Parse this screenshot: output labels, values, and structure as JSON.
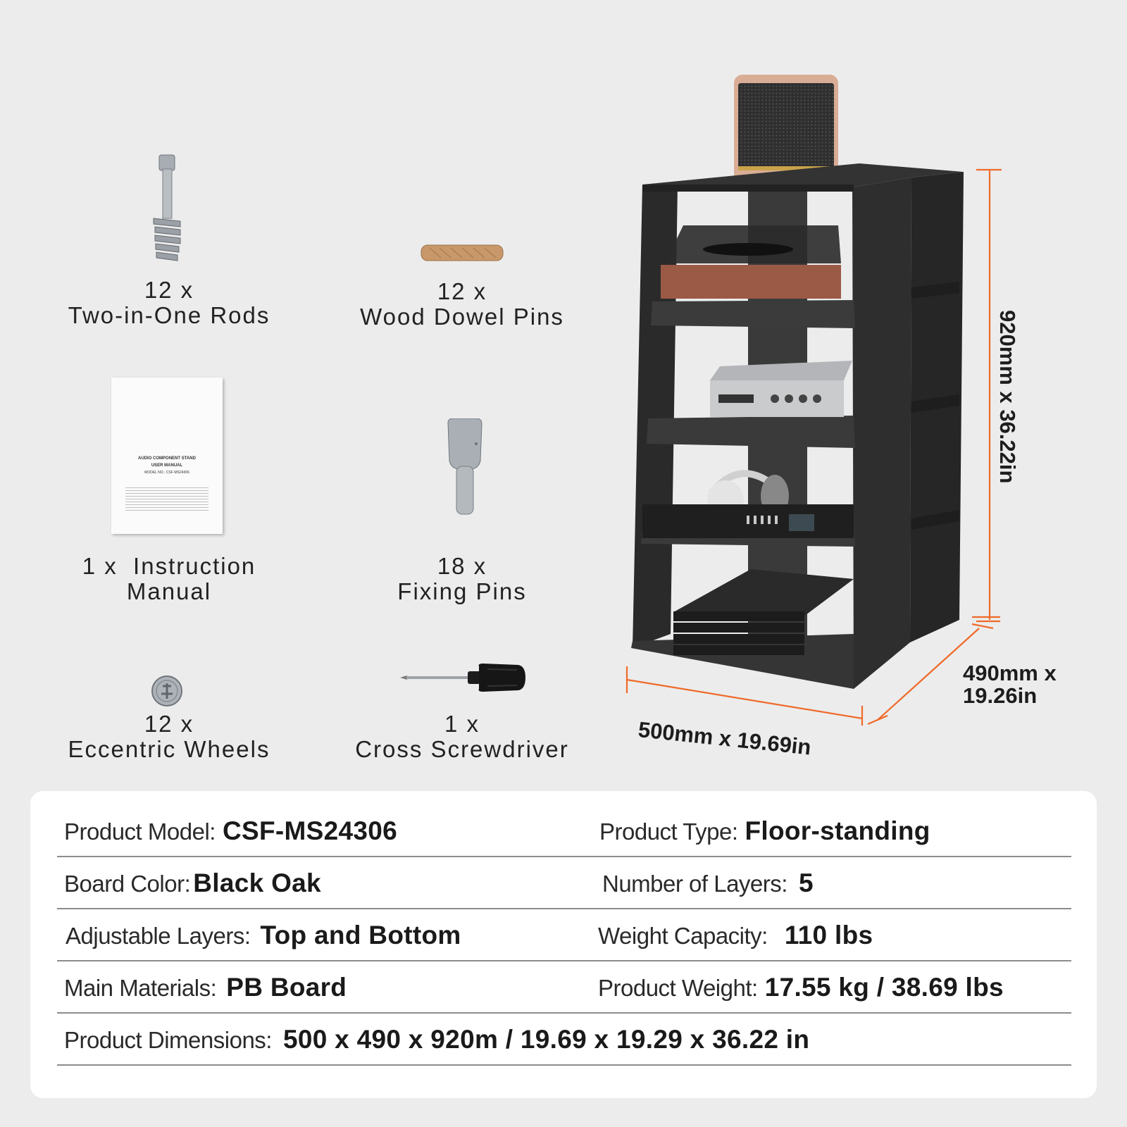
{
  "parts": [
    {
      "qty": "12 x",
      "name": "Two-in-One Rods",
      "icon": "rod-icon"
    },
    {
      "qty": "12 x",
      "name": "Wood Dowel Pins",
      "icon": "dowel-icon"
    },
    {
      "qty": "1 x  Instruction",
      "name": "Manual",
      "icon": "manual-icon"
    },
    {
      "qty": "18 x",
      "name": "Fixing Pins",
      "icon": "pin-icon"
    },
    {
      "qty": "12 x",
      "name": "Eccentric Wheels",
      "icon": "wheel-icon"
    },
    {
      "qty": "1 x",
      "name": "Cross Screwdriver",
      "icon": "screwdriver-icon"
    }
  ],
  "manual_text": {
    "line1": "AUDIO COMPONENT STAND",
    "line2": "USER MANUAL",
    "line3": "MODEL NO.: CSF-MS24306"
  },
  "dimensions": {
    "height": "920mm x 36.22in",
    "depth_line1": "490mm x",
    "depth_line2": "19.26in",
    "width": "500mm x 19.69in"
  },
  "specs": [
    {
      "l_label": "Product Model:",
      "l_value": "CSF-MS24306",
      "r_label": "Product Type:",
      "r_value": "Floor-standing"
    },
    {
      "l_label": "Board Color:",
      "l_value": "Black Oak",
      "r_label": "Number of Layers:",
      "r_value": "5"
    },
    {
      "l_label": "Adjustable Layers:",
      "l_value": "Top and Bottom",
      "r_label": "Weight Capacity:",
      "r_value": "110 lbs"
    },
    {
      "l_label": "Main Materials:",
      "l_value": "PB Board",
      "r_label": "Product Weight:",
      "r_value": "17.55 kg / 38.69 lbs"
    }
  ],
  "dims_row": {
    "label": "Product Dimensions:",
    "value": "500 x 490 x 920m / 19.69 x 19.29 x 36.22 in"
  },
  "colors": {
    "accent": "#ef6a2a",
    "board": "#2b2b2b",
    "background": "#ececec"
  }
}
